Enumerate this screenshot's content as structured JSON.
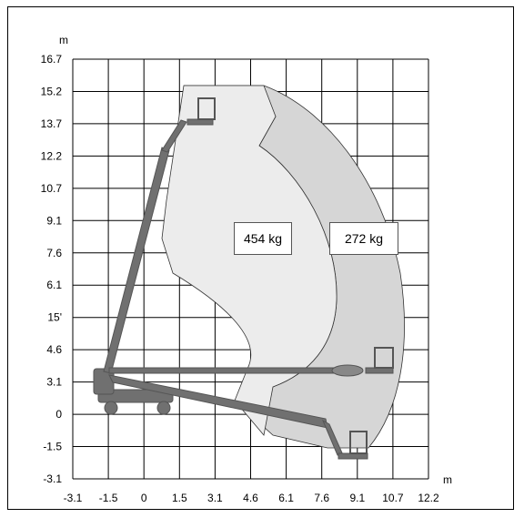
{
  "diagram": {
    "y_unit": "m",
    "x_unit": "m",
    "y_ticks": [
      "16.7",
      "15.2",
      "13.7",
      "12.2",
      "10.7",
      "9.1",
      "7.6",
      "6.1",
      "15'",
      "4.6",
      "3.1",
      "0",
      "-1.5",
      "-3.1"
    ],
    "x_ticks": [
      "-3.1",
      "-1.5",
      "0",
      "1.5",
      "3.1",
      "4.6",
      "6.1",
      "7.6",
      "9.1",
      "10.7",
      "12.2"
    ],
    "zones": [
      {
        "label": "454 kg",
        "color": "#ececec"
      },
      {
        "label": "272 kg",
        "color": "#d6d6d6"
      }
    ],
    "machine_color": "#707070",
    "grid": true
  }
}
